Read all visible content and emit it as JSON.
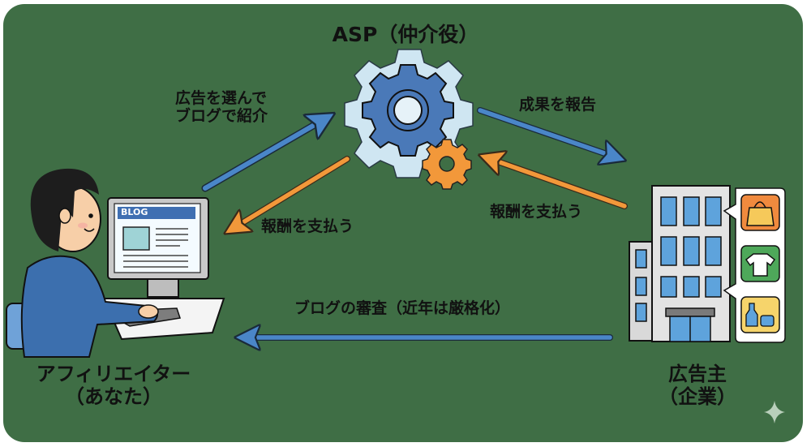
{
  "title": "ASP（仲介役）",
  "flows": {
    "select_ad": [
      "広告を選んで",
      "ブログで紹介"
    ],
    "pay_left": "報酬を支払う",
    "report": "成果を報告",
    "pay_right": "報酬を支払う",
    "review": "ブログの審査（近年は厳格化）"
  },
  "actors": {
    "affiliate": [
      "アフィリエイター",
      "（あなた）"
    ],
    "advertiser": [
      "広告主",
      "（企業）"
    ]
  },
  "blog_screen_label": "BLOG",
  "colors": {
    "background": "#3f6e45",
    "blue_arrow": "#4a86c8",
    "orange_arrow": "#f2983a",
    "gear_light": "#cfe6f2",
    "gear_blue": "#4a79b8"
  }
}
